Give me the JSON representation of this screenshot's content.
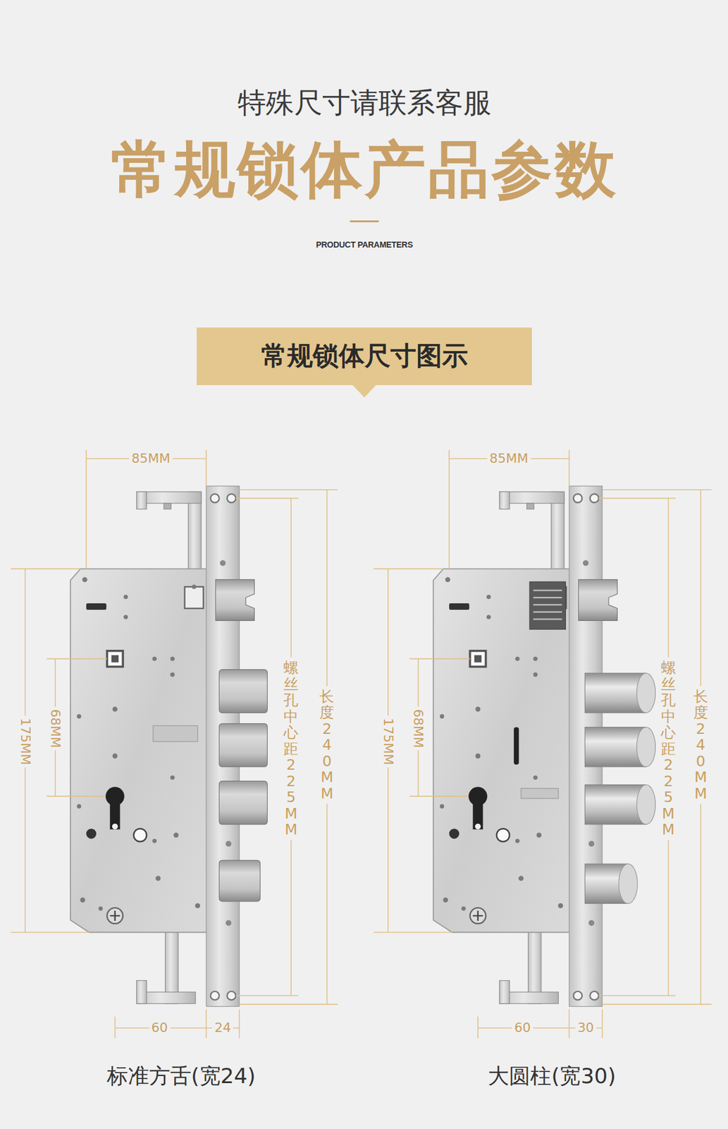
{
  "diagram": {
    "title": "常规锁体产品参数",
    "nodes": [
      {
        "text": [
          "常规锁体尺寸图示"
        ]
      }
    ],
    "labels": [
      "特殊尺寸请联系客服",
      "PRODUCT PARAMETERS",
      "85MM",
      "175MM",
      "68MM",
      "螺丝孔中心距225MM",
      "长度240MM",
      "60",
      "24",
      "标准方舌(宽24)",
      "85MM",
      "175MM",
      "68MM",
      "螺丝孔中心距225MM",
      "长度240MM",
      "60",
      "30",
      "大圆柱(宽30)"
    ]
  }
}
